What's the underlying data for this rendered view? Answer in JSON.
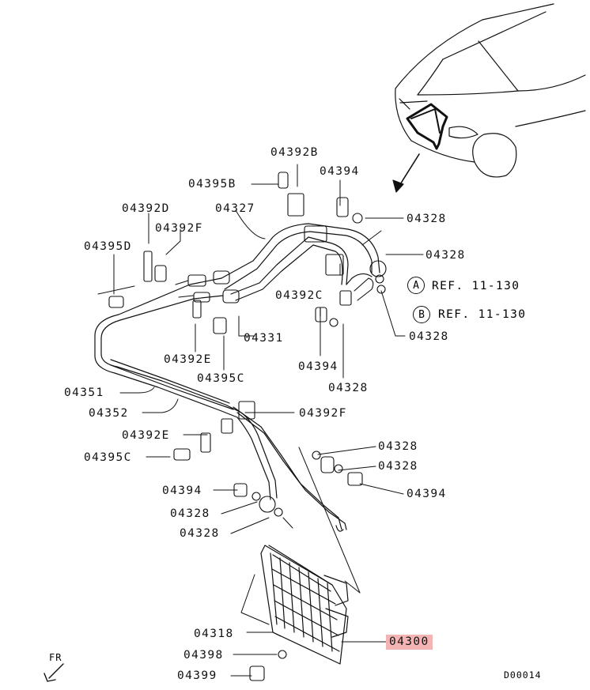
{
  "callouts": [
    {
      "id": "c1",
      "label": "04392B",
      "highlighted": false
    },
    {
      "id": "c2",
      "label": "04395B",
      "highlighted": false
    },
    {
      "id": "c3",
      "label": "04394",
      "highlighted": false
    },
    {
      "id": "c4",
      "label": "04392D",
      "highlighted": false
    },
    {
      "id": "c5",
      "label": "04327",
      "highlighted": false
    },
    {
      "id": "c6",
      "label": "04328",
      "highlighted": false
    },
    {
      "id": "c7",
      "label": "04392F",
      "highlighted": false
    },
    {
      "id": "c8",
      "label": "04395D",
      "highlighted": false
    },
    {
      "id": "c9",
      "label": "04328",
      "highlighted": false
    },
    {
      "id": "c10",
      "label": "04392C",
      "highlighted": false
    },
    {
      "id": "c11",
      "label": "04331",
      "highlighted": false
    },
    {
      "id": "c12",
      "label": "04328",
      "highlighted": false
    },
    {
      "id": "c13",
      "label": "04392E",
      "highlighted": false
    },
    {
      "id": "c14",
      "label": "04394",
      "highlighted": false
    },
    {
      "id": "c15",
      "label": "04395C",
      "highlighted": false
    },
    {
      "id": "c16",
      "label": "04328",
      "highlighted": false
    },
    {
      "id": "c17",
      "label": "04351",
      "highlighted": false
    },
    {
      "id": "c18",
      "label": "04352",
      "highlighted": false
    },
    {
      "id": "c19",
      "label": "04392F",
      "highlighted": false
    },
    {
      "id": "c20",
      "label": "04392E",
      "highlighted": false
    },
    {
      "id": "c21",
      "label": "04328",
      "highlighted": false
    },
    {
      "id": "c22",
      "label": "04395C",
      "highlighted": false
    },
    {
      "id": "c23",
      "label": "04328",
      "highlighted": false
    },
    {
      "id": "c24",
      "label": "04394",
      "highlighted": false
    },
    {
      "id": "c25",
      "label": "04394",
      "highlighted": false
    },
    {
      "id": "c26",
      "label": "04328",
      "highlighted": false
    },
    {
      "id": "c27",
      "label": "04328",
      "highlighted": false
    },
    {
      "id": "c28",
      "label": "04318",
      "highlighted": false
    },
    {
      "id": "c29",
      "label": "04300",
      "highlighted": true
    },
    {
      "id": "c30",
      "label": "04398",
      "highlighted": false
    },
    {
      "id": "c31",
      "label": "04399",
      "highlighted": false
    }
  ],
  "references": [
    {
      "letter": "A",
      "text": "REF. 11-130"
    },
    {
      "letter": "B",
      "text": "REF. 11-130"
    }
  ],
  "direction_label": "FR",
  "drawing_code": "D00014",
  "colors": {
    "line": "#111111",
    "highlight": "#f4b4b4",
    "background": "#ffffff"
  }
}
